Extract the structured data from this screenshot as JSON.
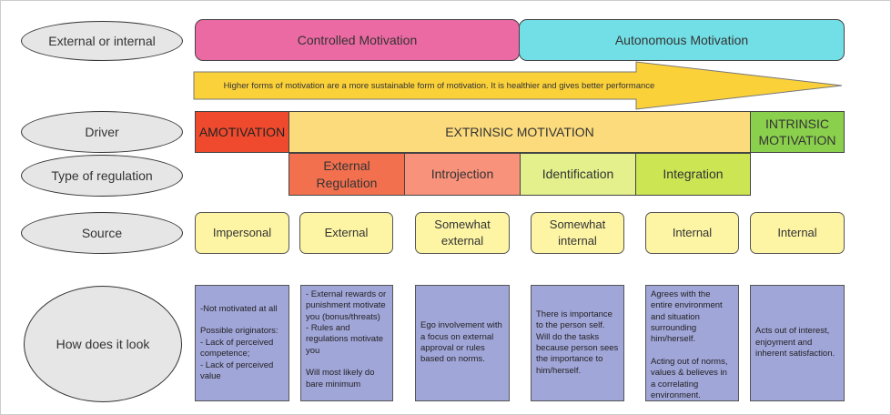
{
  "row_labels": {
    "external_or_internal": "External or internal",
    "driver": "Driver",
    "type_of_regulation": "Type of regulation",
    "source": "Source",
    "how_does_it_look": "How does it look"
  },
  "motivation": {
    "controlled": "Controlled Motivation",
    "autonomous": "Autonomous Motivation"
  },
  "arrow_text": "Higher forms of motivation are a more sustainable form of motivation. It is healthier and gives better performance",
  "drivers": {
    "amotivation": "AMOTIVATION",
    "extrinsic": "EXTRINSIC MOTIVATION",
    "intrinsic": "INTRINSIC MOTIVATION"
  },
  "regulations": {
    "external": "External Regulation",
    "introjection": "Introjection",
    "identification": "Identification",
    "integration": "Integration"
  },
  "sources": {
    "impersonal": "Impersonal",
    "external": "External",
    "somewhat_external": "Somewhat external",
    "somewhat_internal": "Somewhat internal",
    "internal_1": "Internal",
    "internal_2": "Internal"
  },
  "descriptions": {
    "amotivation": "-Not motivated at all\n\nPossible originators:\n- Lack of perceived competence;\n- Lack of perceived value",
    "external": "- External rewards or punishment motivate you (bonus/threats)\n- Rules and regulations motivate you\n\nWill most likely do bare minimum",
    "introjection": "Ego involvement with a focus on external approval or rules based on norms.",
    "identification": "There is importance to the person self. Will do the tasks because person sees the importance to him/herself.",
    "integration": "Agrees with the entire environment and situation surrounding him/herself.\n\nActing out of norms, values & believes in a correlating environment.",
    "intrinsic": "Acts out of interest, enjoyment and inherent satisfaction."
  },
  "colors": {
    "controlled": "#ec6aa3",
    "autonomous": "#72dfe6",
    "arrow": "#fbd13a",
    "amotivation": "#ef4a2d",
    "extrinsic": "#fcdb7c",
    "intrinsic": "#8ad04c",
    "source_fill": "#fdf5a4",
    "description_fill": "#a1a6d9",
    "label_fill": "#e6e6e6"
  }
}
